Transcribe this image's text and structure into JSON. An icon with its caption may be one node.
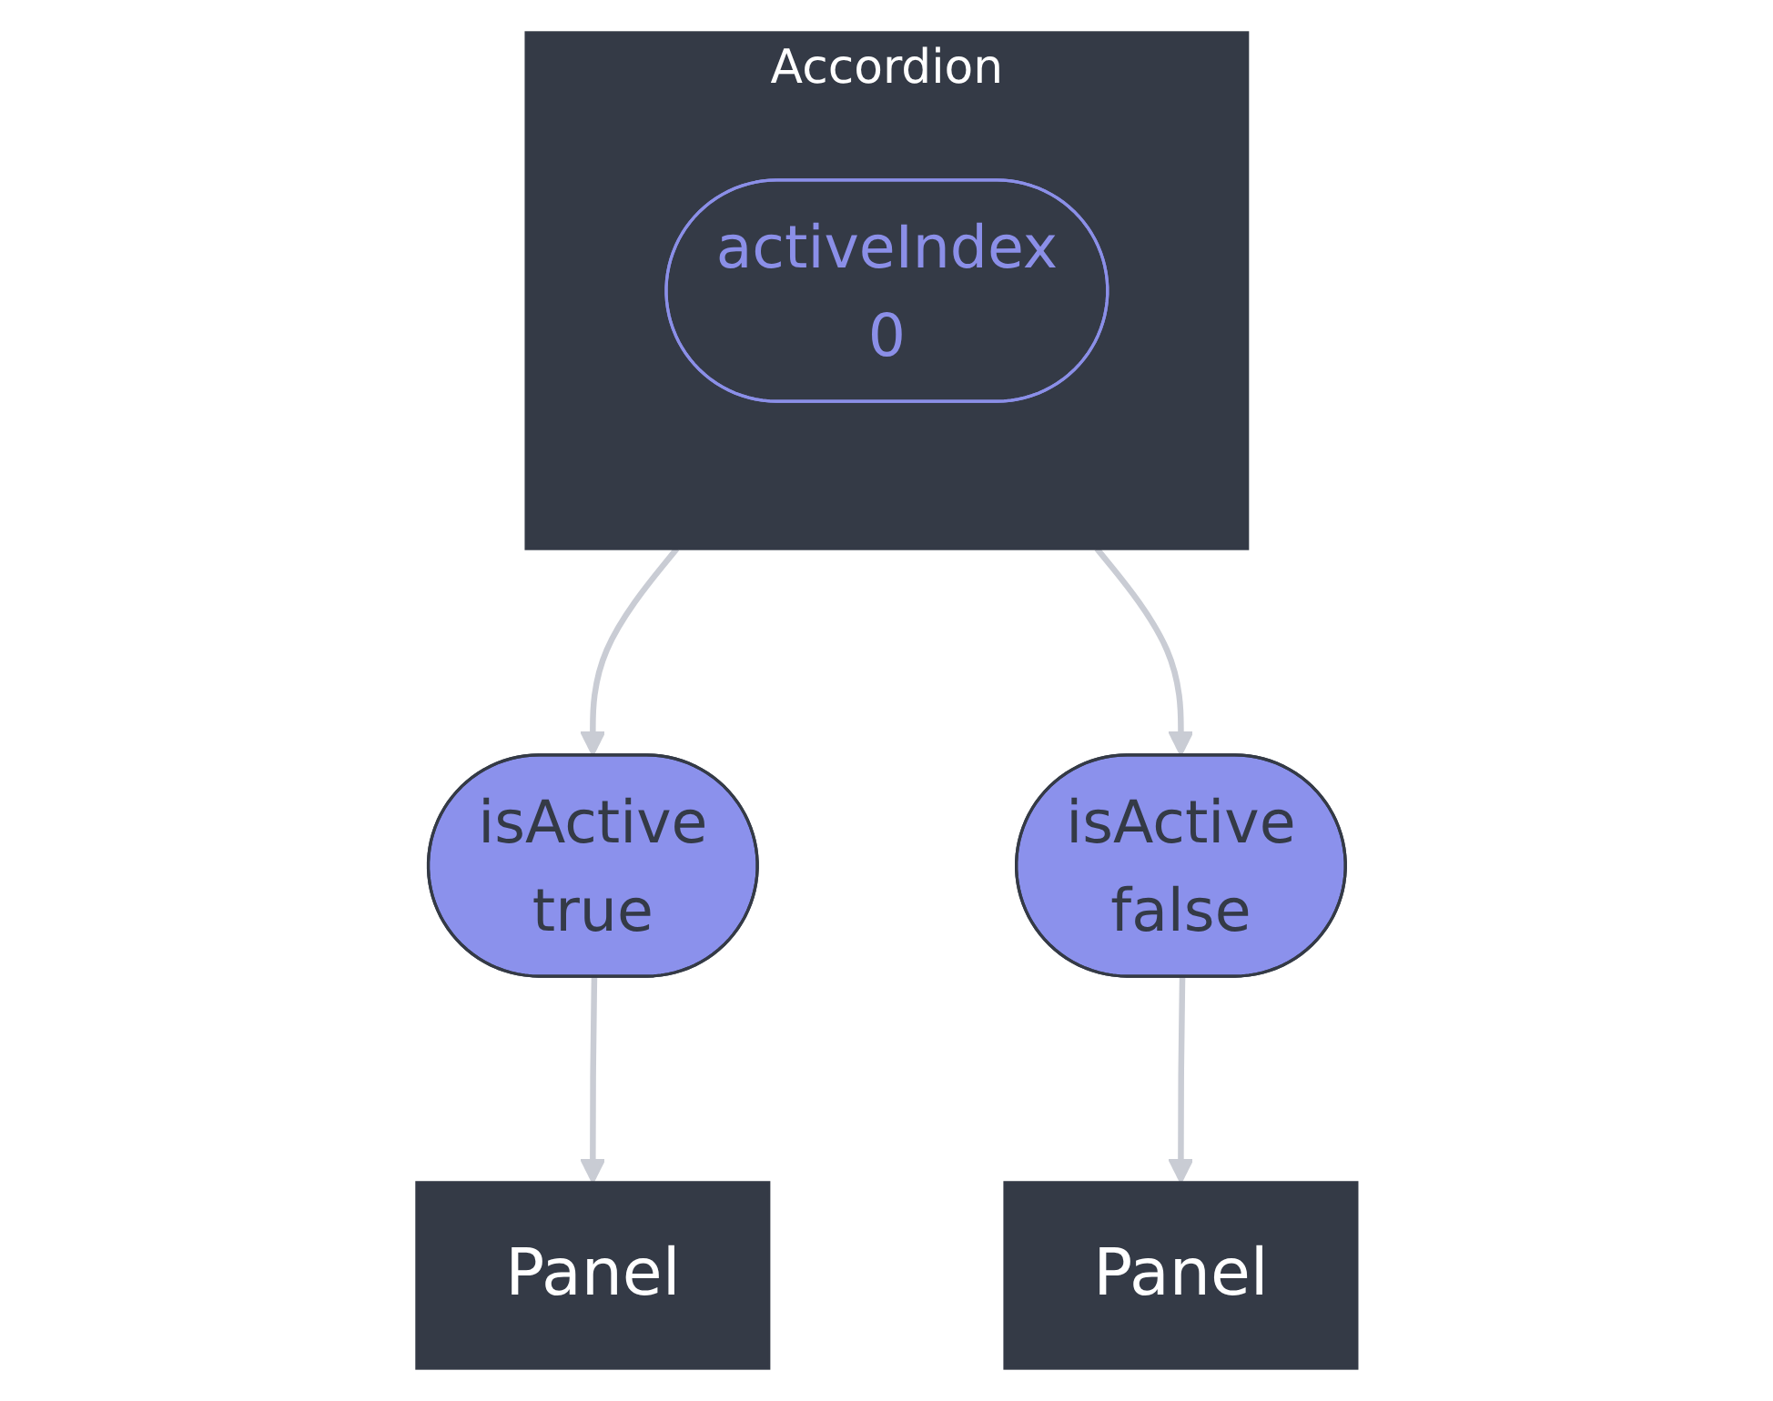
{
  "diagram": {
    "nodes": [
      {
        "text": [
          "Accordion"
        ]
      },
      {
        "text": [
          "activeIndex",
          "0"
        ],
        "in": 0
      },
      {
        "text": [
          "isActive",
          "true"
        ]
      },
      {
        "text": [
          "Panel"
        ]
      },
      {
        "text": [
          "isActive",
          "false"
        ]
      },
      {
        "text": [
          "Panel"
        ]
      }
    ],
    "edges": [
      {
        "from": 0,
        "to": 2,
        "arrow": "to"
      },
      {
        "from": 2,
        "to": 3,
        "arrow": "to"
      },
      {
        "from": 0,
        "to": 4,
        "arrow": "to"
      },
      {
        "from": 4,
        "to": 5,
        "arrow": "to"
      }
    ]
  }
}
